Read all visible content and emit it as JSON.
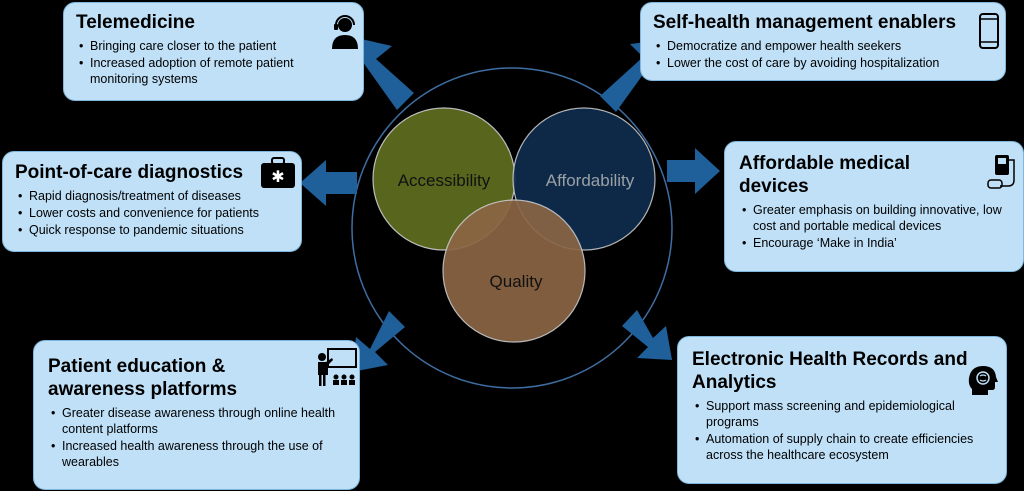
{
  "boxes": {
    "telemedicine": {
      "title": "Telemedicine",
      "bullets": [
        "Bringing care closer to the patient",
        "Increased adoption of remote patient monitoring systems"
      ]
    },
    "self_health": {
      "title": "Self-health management enablers",
      "bullets": [
        "Democratize and empower health seekers",
        "Lower the cost of care by avoiding hospitalization"
      ]
    },
    "poc": {
      "title": "Point-of-care diagnostics",
      "bullets": [
        "Rapid diagnosis/treatment of diseases",
        "Lower costs and convenience for patients",
        "Quick response to pandemic situations"
      ]
    },
    "devices": {
      "title": "Affordable medical devices",
      "bullets": [
        "Greater emphasis on building innovative, low cost and portable medical devices",
        "Encourage ‘Make in India’"
      ]
    },
    "education": {
      "title": "Patient education & awareness platforms",
      "bullets": [
        "Greater disease awareness through online health content platforms",
        "Increased health awareness through the use of wearables"
      ]
    },
    "ehr": {
      "title": "Electronic Health Records and Analytics",
      "bullets": [
        "Support mass screening and epidemiological programs",
        "Automation of supply chain to create efficiencies across the healthcare ecosystem"
      ]
    }
  },
  "circles": {
    "accessibility": "Accessibility",
    "affordability": "Affordability",
    "quality": "Quality"
  },
  "colors": {
    "box_bg": "#bfe0f7",
    "arrow": "#1f5f9a",
    "accessibility": "#5c6b1f",
    "affordability": "#0f2e4f",
    "quality": "#8a6544"
  },
  "icons": {
    "telemedicine": "headset-person-icon",
    "self_health": "smartphone-icon",
    "poc": "medical-kit-icon",
    "devices": "medical-device-icon",
    "education": "classroom-presenter-icon",
    "ehr": "brain-head-icon"
  }
}
